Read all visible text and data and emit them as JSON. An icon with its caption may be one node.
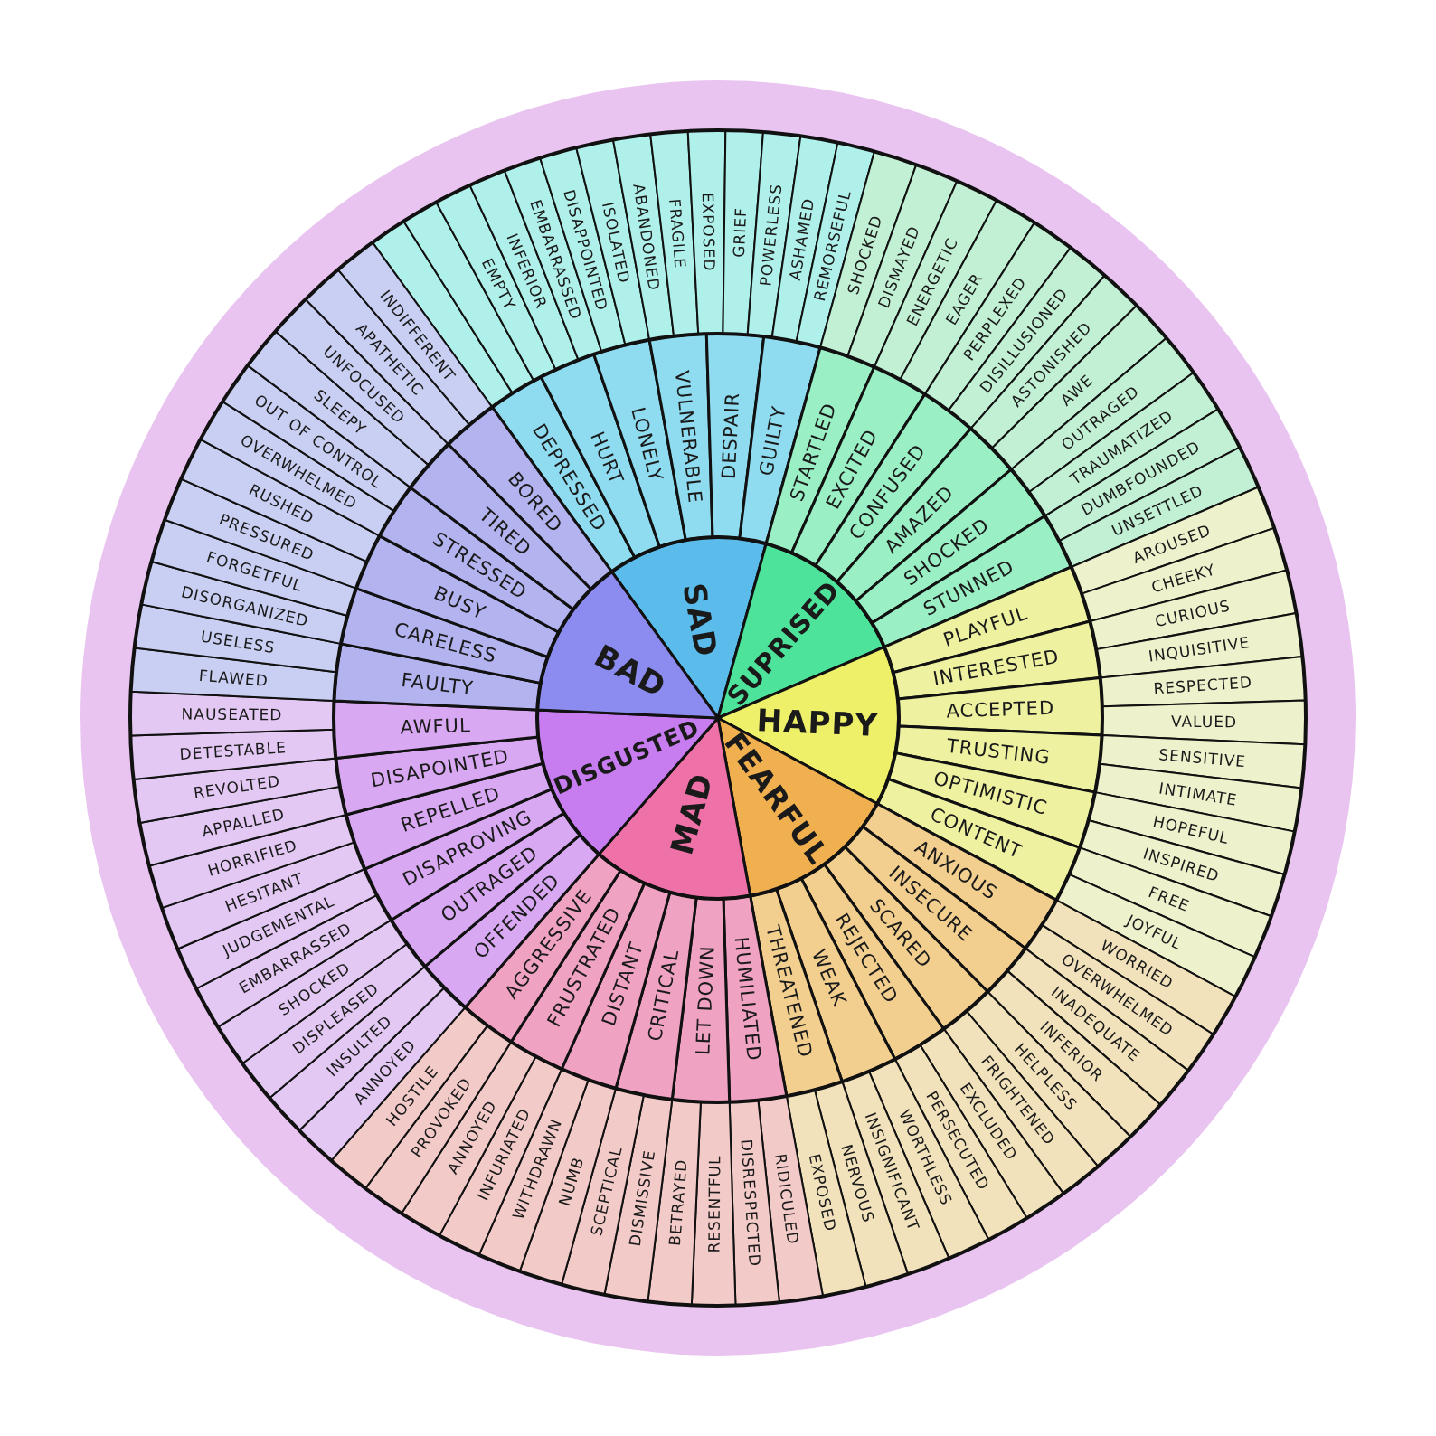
{
  "diagram": {
    "nodes": [
      {
        "text": [
          "SAD"
        ]
      },
      {
        "text": [
          "SUPRISED"
        ]
      },
      {
        "text": [
          "HAPPY"
        ]
      },
      {
        "text": [
          "FEARFUL"
        ]
      },
      {
        "text": [
          "MAD"
        ]
      },
      {
        "text": [
          "DISGUSTED"
        ]
      },
      {
        "text": [
          "BAD"
        ]
      },
      {
        "text": [
          "DEPRESSED"
        ]
      },
      {
        "text": [
          "HURT"
        ]
      },
      {
        "text": [
          "LONELY"
        ]
      },
      {
        "text": [
          "VULNERABLE"
        ]
      },
      {
        "text": [
          "DESPAIR"
        ]
      },
      {
        "text": [
          "GUILTY"
        ]
      },
      {
        "text": [
          "STARTLED"
        ]
      },
      {
        "text": [
          "EXCITED"
        ]
      },
      {
        "text": [
          "CONFUSED"
        ]
      },
      {
        "text": [
          "AMAZED"
        ]
      },
      {
        "text": [
          "SHOCKED"
        ]
      },
      {
        "text": [
          "STUNNED"
        ]
      },
      {
        "text": [
          "PLAYFUL"
        ]
      },
      {
        "text": [
          "INTERESTED"
        ]
      },
      {
        "text": [
          "ACCEPTED"
        ]
      },
      {
        "text": [
          "TRUSTING"
        ]
      },
      {
        "text": [
          "OPTIMISTIC"
        ]
      },
      {
        "text": [
          "CONTENT"
        ]
      },
      {
        "text": [
          "ANXIOUS"
        ]
      },
      {
        "text": [
          "INSECURE"
        ]
      },
      {
        "text": [
          "SCARED"
        ]
      },
      {
        "text": [
          "REJECTED"
        ]
      },
      {
        "text": [
          "WEAK"
        ]
      },
      {
        "text": [
          "THREATENED"
        ]
      },
      {
        "text": [
          "HUMILIATED"
        ]
      },
      {
        "text": [
          "LET DOWN"
        ]
      },
      {
        "text": [
          "CRITICAL"
        ]
      },
      {
        "text": [
          "DISTANT"
        ]
      },
      {
        "text": [
          "FRUSTRATED"
        ]
      },
      {
        "text": [
          "AGGRESSIVE"
        ]
      },
      {
        "text": [
          "OFFENDED"
        ]
      },
      {
        "text": [
          "OUTRAGED"
        ]
      },
      {
        "text": [
          "DISAPROVING"
        ]
      },
      {
        "text": [
          "REPELLED"
        ]
      },
      {
        "text": [
          "DISAPOINTED"
        ]
      },
      {
        "text": [
          "AWFUL"
        ]
      },
      {
        "text": [
          "FAULTY"
        ]
      },
      {
        "text": [
          "CARELESS"
        ]
      },
      {
        "text": [
          "BUSY"
        ]
      },
      {
        "text": [
          "STRESSED"
        ]
      },
      {
        "text": [
          "TIRED"
        ]
      },
      {
        "text": [
          "BORED"
        ]
      },
      {
        "text": [],
        "shape": "box"
      },
      {
        "text": [],
        "shape": "box"
      },
      {
        "text": [
          "EMPTY"
        ]
      },
      {
        "text": [
          "INFERIOR"
        ]
      },
      {
        "text": [
          "EMBARRASSED"
        ]
      },
      {
        "text": [
          "DISAPPOINTED"
        ]
      },
      {
        "text": [
          "ISOLATED"
        ]
      },
      {
        "text": [
          "ABANDONED"
        ]
      },
      {
        "text": [
          "FRAGILE"
        ]
      },
      {
        "text": [
          "EXPOSED"
        ]
      },
      {
        "text": [
          "GRIEF"
        ]
      },
      {
        "text": [
          "POWERLESS"
        ]
      },
      {
        "text": [
          "ASHAMED"
        ]
      },
      {
        "text": [
          "REMORSEFUL"
        ]
      },
      {
        "text": [
          "SHOCKED"
        ]
      },
      {
        "text": [
          "DISMAYED"
        ]
      },
      {
        "text": [
          "ENERGETIC"
        ]
      },
      {
        "text": [
          "EAGER"
        ]
      },
      {
        "text": [
          "PERPLEXED"
        ]
      },
      {
        "text": [
          "DISILLUSIONED"
        ]
      },
      {
        "text": [
          "ASTONISHED"
        ]
      },
      {
        "text": [
          "AWE"
        ]
      },
      {
        "text": [
          "OUTRAGED"
        ]
      },
      {
        "text": [
          "TRAUMATIZED"
        ]
      },
      {
        "text": [
          "DUMBFOUNDED"
        ]
      },
      {
        "text": [
          "UNSETTLED"
        ]
      },
      {
        "text": [
          "AROUSED"
        ]
      },
      {
        "text": [
          "CHEEKY"
        ]
      },
      {
        "text": [
          "CURIOUS"
        ]
      },
      {
        "text": [
          "INQUISITIVE"
        ]
      },
      {
        "text": [
          "RESPECTED"
        ]
      },
      {
        "text": [
          "VALUED"
        ]
      },
      {
        "text": [
          "SENSITIVE"
        ]
      },
      {
        "text": [
          "INTIMATE"
        ]
      },
      {
        "text": [
          "HOPEFUL"
        ]
      },
      {
        "text": [
          "INSPIRED"
        ]
      },
      {
        "text": [
          "FREE"
        ]
      },
      {
        "text": [
          "JOYFUL"
        ]
      },
      {
        "text": [
          "WORRIED"
        ]
      },
      {
        "text": [
          "OVERWHELMED"
        ]
      },
      {
        "text": [
          "INADEQUATE"
        ]
      },
      {
        "text": [
          "INFERIOR"
        ]
      },
      {
        "text": [
          "HELPLESS"
        ]
      },
      {
        "text": [
          "FRIGHTENED"
        ]
      },
      {
        "text": [
          "EXCLUDED"
        ]
      },
      {
        "text": [
          "PERSECUTED"
        ]
      },
      {
        "text": [
          "WORTHLESS"
        ]
      },
      {
        "text": [
          "INSIGNIFICANT"
        ]
      },
      {
        "text": [
          "NERVOUS"
        ]
      },
      {
        "text": [
          "EXPOSED"
        ]
      },
      {
        "text": [
          "RIDICULED"
        ]
      },
      {
        "text": [
          "DISRESPECTED"
        ]
      },
      {
        "text": [
          "RESENTFUL"
        ]
      },
      {
        "text": [
          "BETRAYED"
        ]
      },
      {
        "text": [
          "DISMISSIVE"
        ]
      },
      {
        "text": [
          "SCEPTICAL"
        ]
      },
      {
        "text": [
          "NUMB"
        ]
      },
      {
        "text": [
          "WITHDRAWN"
        ]
      },
      {
        "text": [
          "INFURIATED"
        ]
      },
      {
        "text": [
          "ANNOYED"
        ]
      },
      {
        "text": [
          "PROVOKED"
        ]
      },
      {
        "text": [
          "HOSTILE"
        ]
      },
      {
        "text": [
          "ANNOYED"
        ]
      },
      {
        "text": [
          "INSULTED"
        ]
      },
      {
        "text": [
          "DISPLEASED"
        ]
      },
      {
        "text": [
          "SHOCKED"
        ]
      },
      {
        "text": [
          "EMBARRASSED"
        ]
      },
      {
        "text": [
          "JUDGEMENTAL"
        ]
      },
      {
        "text": [
          "HESITANT"
        ]
      },
      {
        "text": [
          "HORRIFIED"
        ]
      },
      {
        "text": [
          "APPALLED"
        ]
      },
      {
        "text": [
          "REVOLTED"
        ]
      },
      {
        "text": [
          "DETESTABLE"
        ]
      },
      {
        "text": [
          "NAUSEATED"
        ]
      },
      {
        "text": [
          "FLAWED"
        ]
      },
      {
        "text": [
          "USELESS"
        ]
      },
      {
        "text": [
          "DISORGANIZED"
        ]
      },
      {
        "text": [
          "FORGETFUL"
        ]
      },
      {
        "text": [
          "PRESSURED"
        ]
      },
      {
        "text": [
          "RUSHED"
        ]
      },
      {
        "text": [
          "OVERWHELMED"
        ]
      },
      {
        "text": [
          "OUT OF CONTROL"
        ]
      },
      {
        "text": [
          "SLEEPY"
        ]
      },
      {
        "text": [
          "UNFOCUSED"
        ]
      },
      {
        "text": [
          "APATHETIC"
        ]
      },
      {
        "text": [
          "INDIFFERENT"
        ]
      }
    ]
  }
}
